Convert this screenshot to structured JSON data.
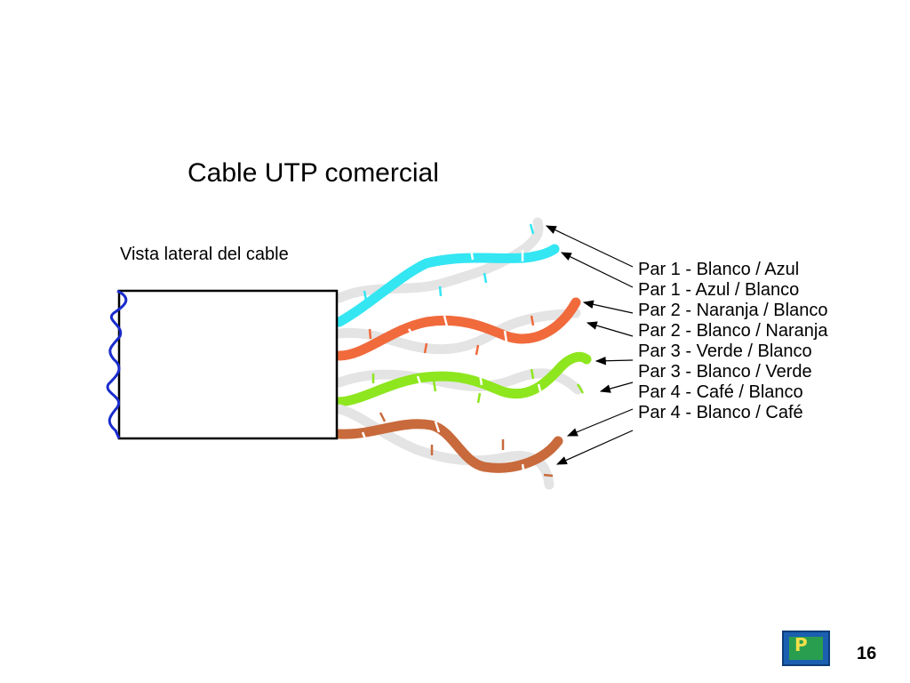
{
  "title": "Cable UTP comercial",
  "subtitle": "Vista lateral del cable",
  "page_number": "16",
  "pairs": [
    {
      "label": "Par 1 - Blanco / Azul",
      "color": "#33e6f2"
    },
    {
      "label": "Par 1 - Azul / Blanco",
      "color": "#33e6f2"
    },
    {
      "label": "Par 2 - Naranja / Blanco",
      "color": "#f06a3c"
    },
    {
      "label": "Par 2 - Blanco / Naranja",
      "color": "#f06a3c"
    },
    {
      "label": "Par 3 - Verde / Blanco",
      "color": "#8ee61e"
    },
    {
      "label": "Par 3 - Blanco / Verde",
      "color": "#8ee61e"
    },
    {
      "label": "Par 4 - Café / Blanco",
      "color": "#c86a3c"
    },
    {
      "label": "Par 4 - Blanco / Café",
      "color": "#c86a3c"
    }
  ],
  "colors": {
    "white_wire": "#e4e4e4",
    "jacket_edge": "#1a2ccc",
    "jacket_border": "#000000"
  },
  "icons": [
    "logo-icon",
    "arrow-icon"
  ]
}
